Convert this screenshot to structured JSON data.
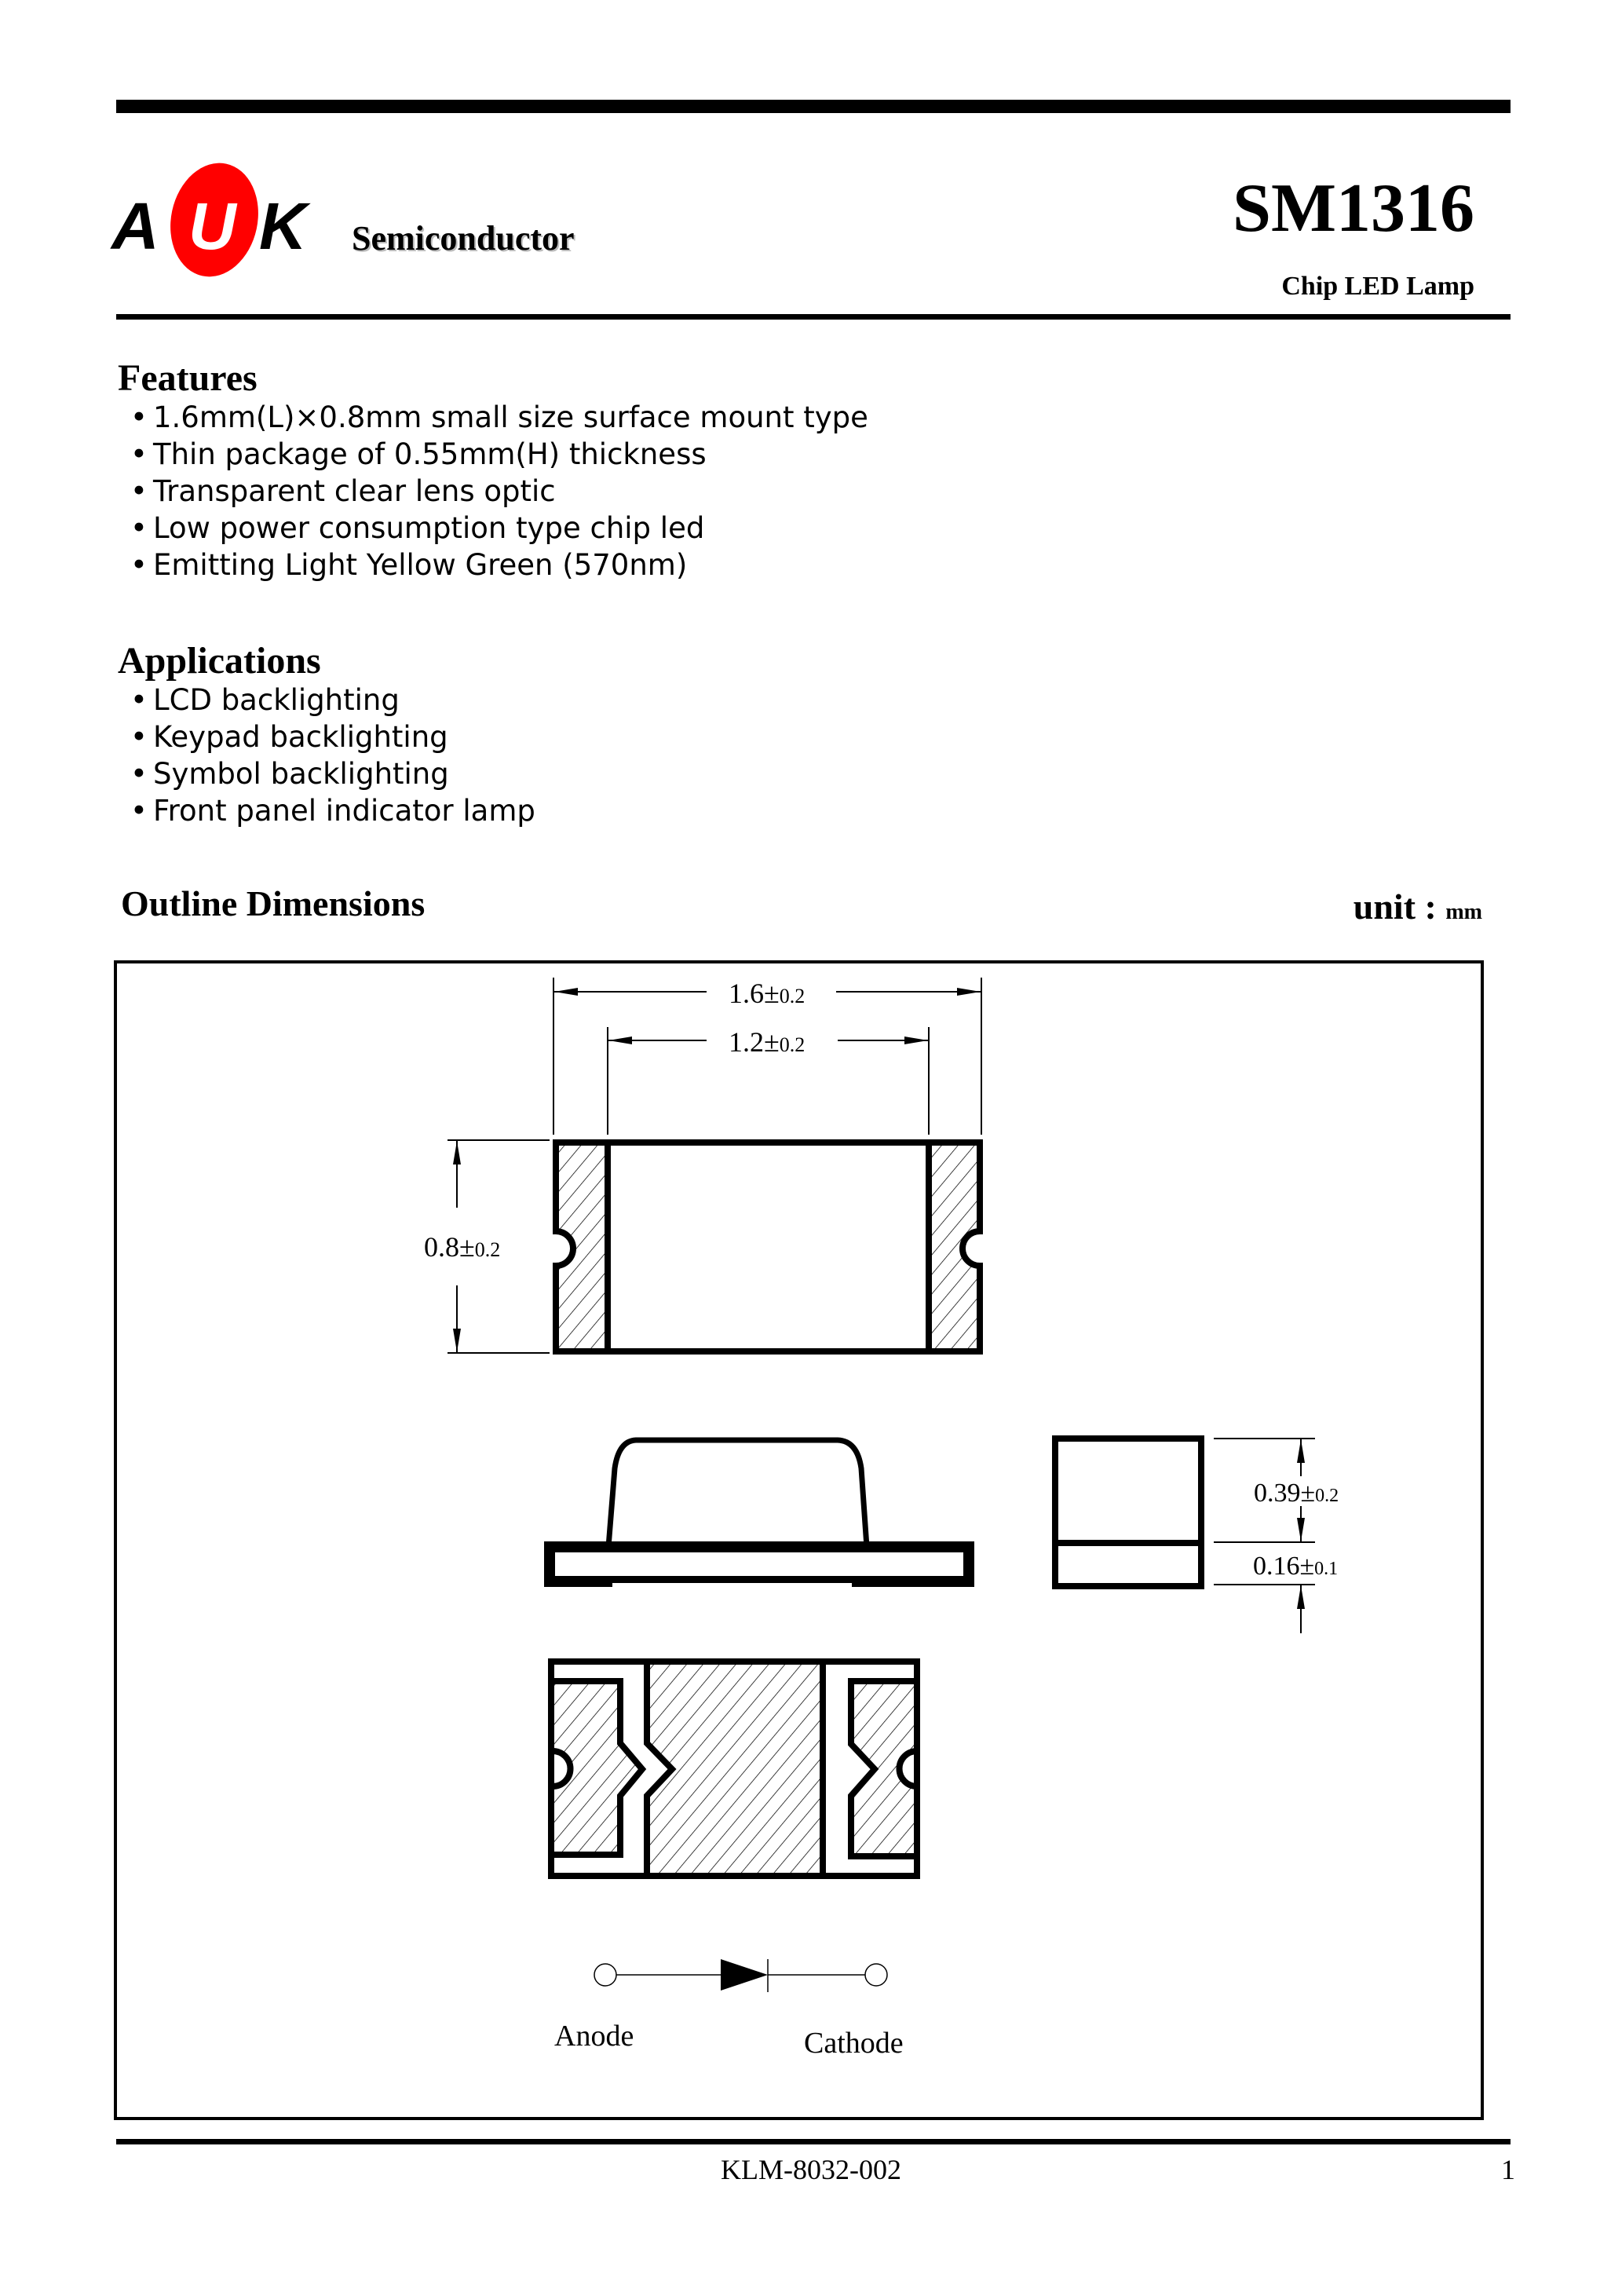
{
  "header": {
    "logo": {
      "letters": [
        "A",
        "U",
        "K"
      ],
      "accent_color": "#ff0000"
    },
    "company": "Semiconductor",
    "model": "SM1316",
    "subtitle": "Chip LED Lamp"
  },
  "features": {
    "title": "Features",
    "bullet": "•",
    "items": [
      "1.6mm(L)×0.8mm small size surface mount type",
      "Thin package of 0.55mm(H) thickness",
      "Transparent clear lens optic",
      "Low power consumption type chip led",
      "Emitting Light Yellow Green (570nm)"
    ]
  },
  "applications": {
    "title": "Applications",
    "bullet": "•",
    "items": [
      "LCD backlighting",
      "Keypad backlighting",
      "Symbol backlighting",
      "Front panel indicator lamp"
    ]
  },
  "outline": {
    "title": "Outline Dimensions",
    "unit_label": "unit :",
    "unit_value": "mm",
    "dimensions": {
      "length": {
        "value": "1.6",
        "tol": "±",
        "tol_value": "0.2"
      },
      "inner_length": {
        "value": "1.2",
        "tol": "±",
        "tol_value": "0.2"
      },
      "width": {
        "value": "0.8",
        "tol": "±",
        "tol_value": "0.2"
      },
      "lens_height": {
        "value": "0.39",
        "tol": "±",
        "tol_value": "0.2"
      },
      "base_height": {
        "value": "0.16",
        "tol": "±",
        "tol_value": "0.1"
      }
    },
    "schematic": {
      "anode": "Anode",
      "cathode": "Cathode"
    }
  },
  "footer": {
    "doc_code": "KLM-8032-002",
    "page": "1"
  }
}
